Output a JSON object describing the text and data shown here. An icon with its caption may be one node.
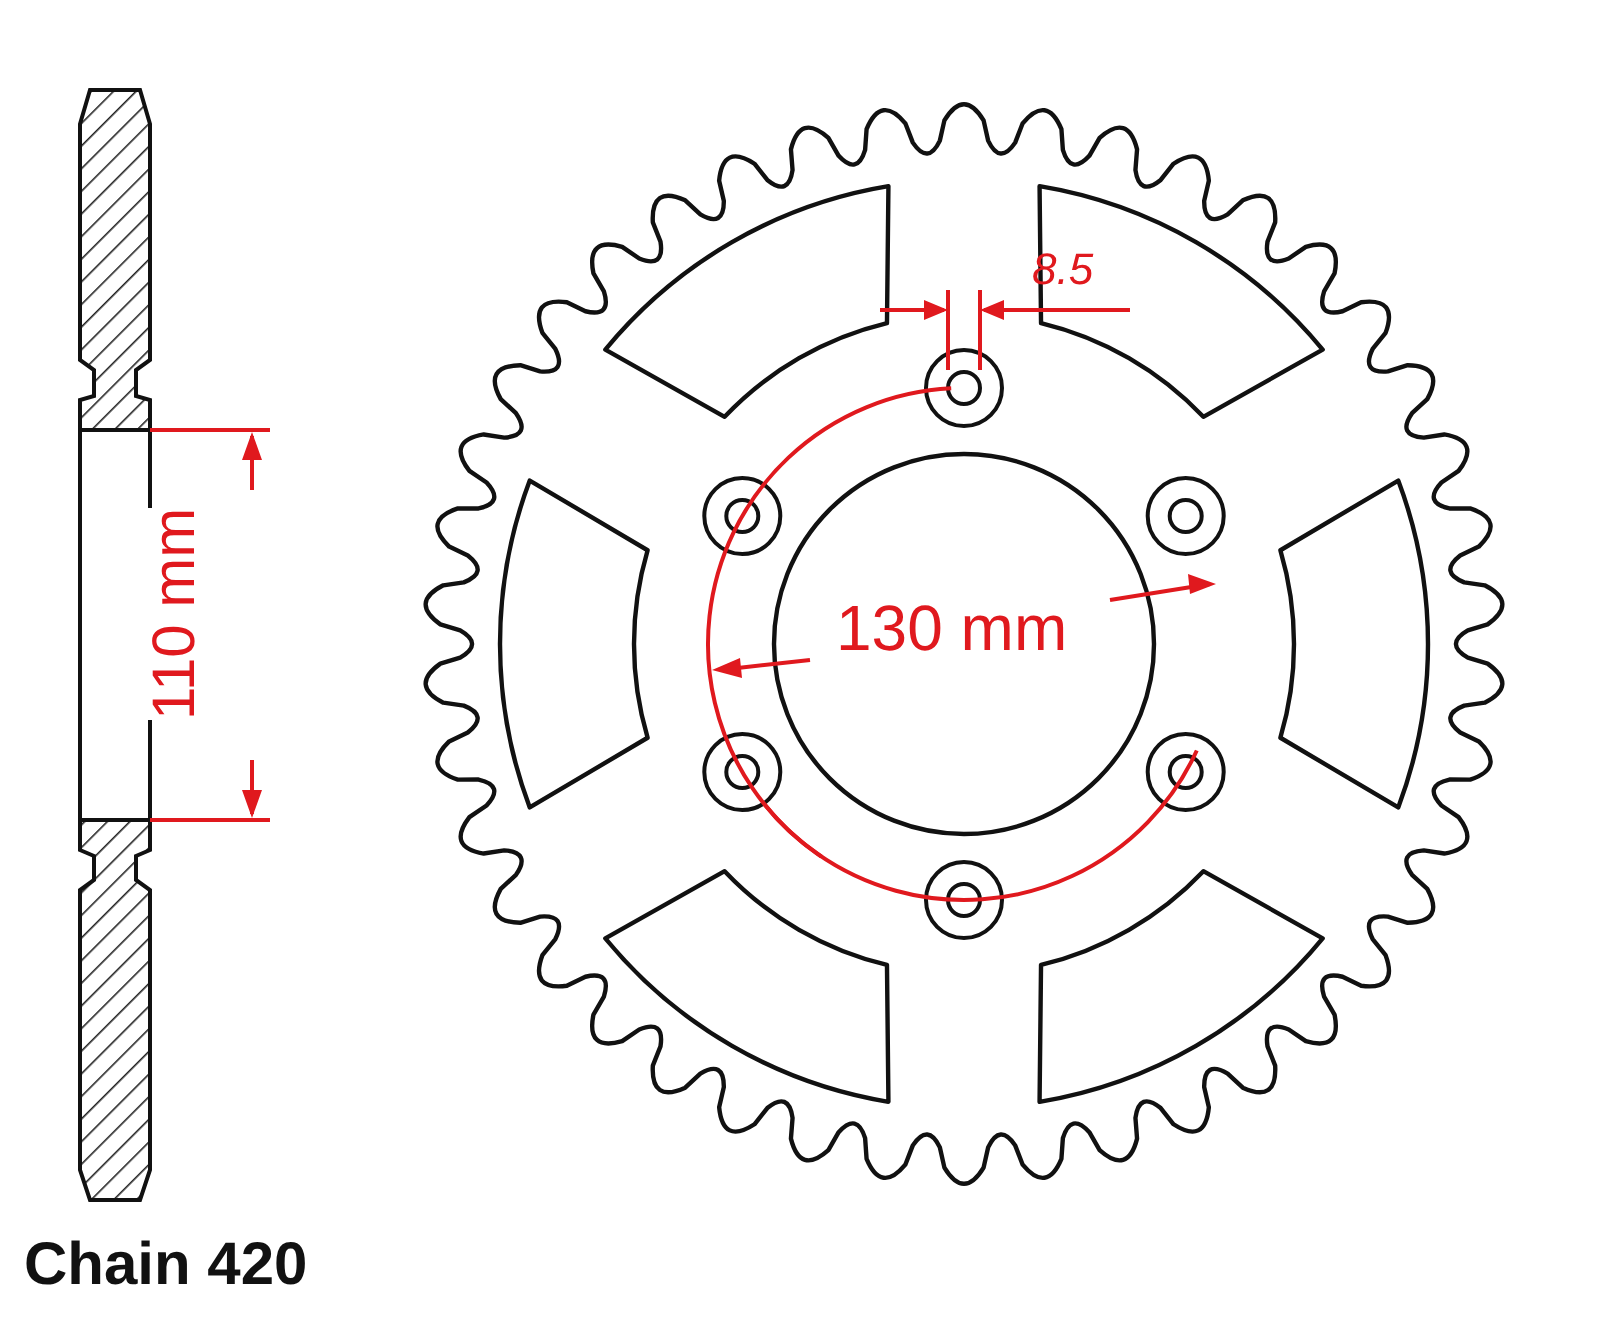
{
  "diagram": {
    "labels": [
      "8.5",
      "110 mm",
      "130 mm",
      "Chain 420"
    ]
  }
}
